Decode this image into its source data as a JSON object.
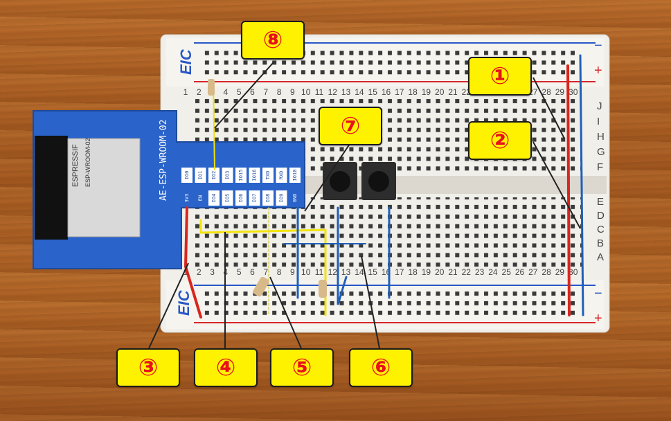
{
  "breadboard": {
    "brand_top": "EIC",
    "brand_bottom": "EIC",
    "rail_plus": "+",
    "rail_minus": "−",
    "row_letters_top": [
      "J",
      "I",
      "H",
      "G",
      "F"
    ],
    "row_letters_bottom": [
      "E",
      "D",
      "C",
      "B",
      "A"
    ],
    "column_numbers": [
      "1",
      "2",
      "3",
      "4",
      "5",
      "6",
      "7",
      "8",
      "9",
      "10",
      "11",
      "12",
      "13",
      "14",
      "15",
      "16",
      "17",
      "18",
      "19",
      "20",
      "21",
      "22",
      "23",
      "24",
      "25",
      "26",
      "27",
      "28",
      "29",
      "30"
    ]
  },
  "module": {
    "name": "AE-ESP-WROOM-02",
    "chip_brand": "ESPRESSIF",
    "chip_model": "ESP-WROOM-02",
    "pins_top": [
      "IO0",
      "IO1",
      "IO2",
      "IO3",
      "IO15",
      "IO16",
      "TXD",
      "RXD",
      "IO10"
    ],
    "pins_bottom": [
      "3V3",
      "EN",
      "IO4",
      "IO5",
      "IO6",
      "IO7",
      "IO8",
      "IO9",
      "GND"
    ]
  },
  "callouts": [
    {
      "id": "c1",
      "label": "①"
    },
    {
      "id": "c2",
      "label": "②"
    },
    {
      "id": "c3",
      "label": "③"
    },
    {
      "id": "c4",
      "label": "④"
    },
    {
      "id": "c5",
      "label": "⑤"
    },
    {
      "id": "c6",
      "label": "⑥"
    },
    {
      "id": "c7",
      "label": "⑦"
    },
    {
      "id": "c8",
      "label": "⑧"
    }
  ],
  "colors": {
    "callout_fill": "#fff200",
    "callout_text": "#e8101a",
    "wire_red": "#d8261e",
    "wire_blue": "#1f5fb8",
    "wire_yellow": "#f2e30c",
    "pcb_blue": "#2a63c9"
  }
}
